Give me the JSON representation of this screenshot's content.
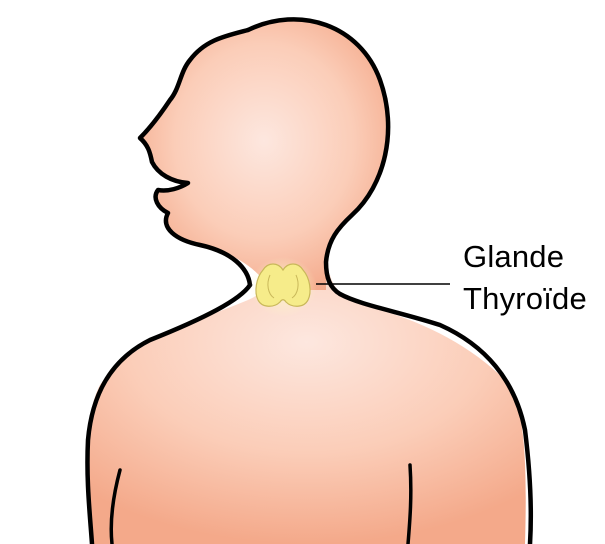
{
  "figure": {
    "label_lines": [
      "Glande",
      "Thyroïde"
    ],
    "subject": "thyroid-gland",
    "colors": {
      "skin_center": "#fde7df",
      "skin_mid": "#fbcdb8",
      "skin_edge": "#f4a98a",
      "outline": "#000000",
      "gland_fill": "#f6ec8a",
      "gland_glow": "#fbf6c8",
      "gland_edge": "#c9b85a",
      "leader_line": "#000000"
    }
  }
}
